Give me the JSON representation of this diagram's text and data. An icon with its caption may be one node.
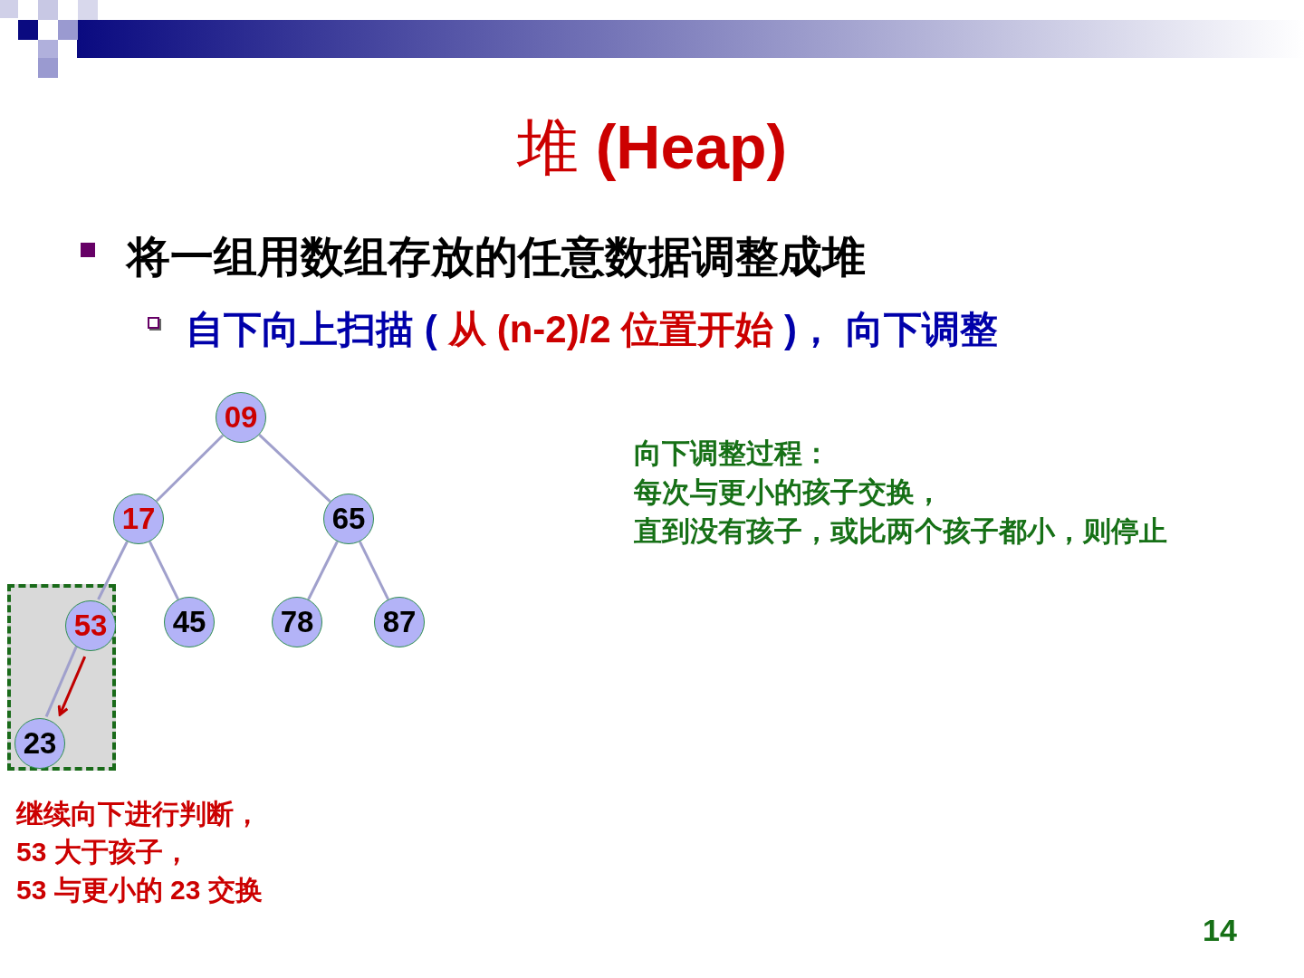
{
  "diagram": {
    "title": "堆 **(Heap)**",
    "nodes": [
      {
        "text": [
          "09"
        ]
      },
      {
        "text": [
          "17"
        ]
      },
      {
        "text": [
          "65"
        ]
      },
      {
        "text": [],
        "shape": "box"
      },
      {
        "text": [
          "53"
        ],
        "in": 3
      },
      {
        "text": [
          "45"
        ]
      },
      {
        "text": [
          "78"
        ]
      },
      {
        "text": [
          "87"
        ]
      },
      {
        "text": [
          "23"
        ],
        "in": 3
      }
    ],
    "edges": [
      {
        "from": 0,
        "to": 1,
        "arrow": "none"
      },
      {
        "from": 0,
        "to": 2,
        "arrow": "none"
      },
      {
        "from": 1,
        "to": 4,
        "arrow": "none"
      },
      {
        "from": 1,
        "to": 5,
        "arrow": "none"
      },
      {
        "from": 2,
        "to": 6,
        "arrow": "none"
      },
      {
        "from": 2,
        "to": 7,
        "arrow": "none"
      },
      {
        "from": 4,
        "to": 8,
        "arrow": "none"
      },
      {
        "from": 4,
        "to": 8,
        "arrow": "to",
        "color": "#c00000"
      }
    ],
    "labels": [
      "将一组用数组存放的任意数据调整成堆",
      "自下向上扫描 (",
      "从 (n-2)/2 位置开始",
      ")， 向下调整",
      "向下调整过程：",
      "每次与更小的孩子交换，",
      "直到没有孩子，或比两个孩子都小，则停止",
      "继续向下进行判断，",
      "53 大于孩子，",
      "53 与更小的 23 交换",
      "14"
    ]
  }
}
